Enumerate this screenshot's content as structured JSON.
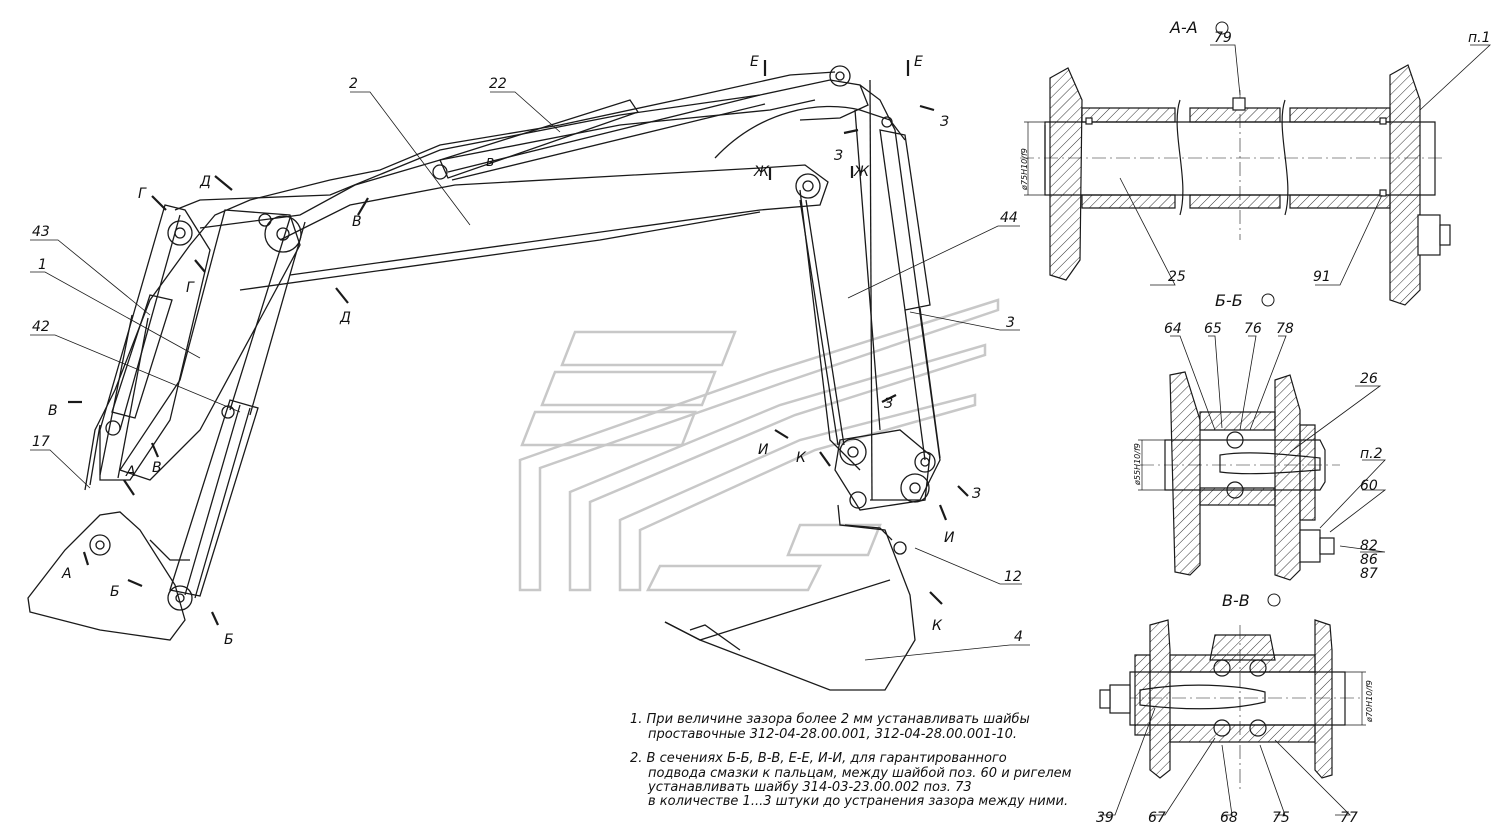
{
  "colors": {
    "line": "#1a1a1a",
    "watermark": "#c8c8c8",
    "hatch": "#333333",
    "background": "#ffffff"
  },
  "section_titles": {
    "aa": "А-А",
    "bb": "Б-Б",
    "vv": "В-В"
  },
  "dimensions": {
    "aa": "ø75H10/f9",
    "bb": "ø55H10/f9",
    "vv": "ø70H10/f9"
  },
  "part_numbers": {
    "p1": "1",
    "p2": "2",
    "p3": "3",
    "p4": "4",
    "p12": "12",
    "p17": "17",
    "p22": "22",
    "p25": "25",
    "p26": "26",
    "p39": "39",
    "p42": "42",
    "p43": "43",
    "p44": "44",
    "p60": "60",
    "p64": "64",
    "p65": "65",
    "p67": "67",
    "p68": "68",
    "p75": "75",
    "p76": "76",
    "p77": "77",
    "p78": "78",
    "p79": "79",
    "p82": "82",
    "p86": "86",
    "p87": "87",
    "p91": "91",
    "pn1": "п.1",
    "pn2": "п.2"
  },
  "cut_letters": {
    "A": "А",
    "B": "Б",
    "V": "В",
    "G": "Г",
    "D": "Д",
    "E": "Е",
    "Zh": "Ж",
    "Z": "З",
    "I": "И",
    "K": "К",
    "v_small": "в"
  },
  "notes": {
    "n1_l1": "1. При величине зазора более 2 мм устанавливать шайбы",
    "n1_l2": "проставочные 312-04-28.00.001, 312-04-28.00.001-10.",
    "n2_l1": "2. В сечениях Б-Б, В-В, Е-Е, И-И, для гарантированного",
    "n2_l2": "подвода смазки к пальцам, между шайбой поз. 60 и ригелем",
    "n2_l3": "устанавливать шайбу 314-03-23.00.002 поз. 73",
    "n2_l4": "в количестве 1...3 штуки до устранения зазора между ними."
  }
}
